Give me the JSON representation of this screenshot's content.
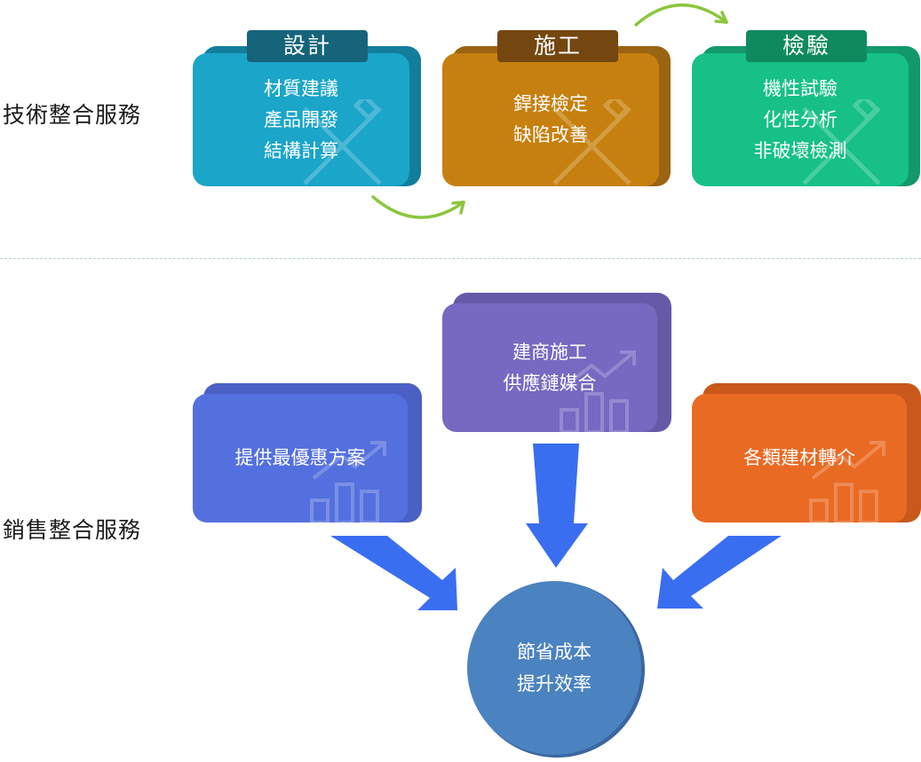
{
  "technical": {
    "label": "技術整合服務",
    "design": {
      "tag": "設計",
      "lines": [
        "材質建議",
        "產品開發",
        "結構計算"
      ]
    },
    "construction": {
      "tag": "施工",
      "lines": [
        "銲接檢定",
        "缺陷改善"
      ]
    },
    "inspection": {
      "tag": "檢驗",
      "lines": [
        "機性試驗",
        "化性分析",
        "非破壞檢測"
      ]
    }
  },
  "sales": {
    "label": "銷售整合服務",
    "left": {
      "lines": [
        "提供最優惠方案"
      ]
    },
    "middle": {
      "lines": [
        "建商施工",
        "供應鏈媒合"
      ]
    },
    "right": {
      "lines": [
        "各類建材轉介"
      ]
    },
    "result": {
      "lines": [
        "節省成本",
        "提升效率"
      ]
    }
  },
  "colors": {
    "design": "#1aa5c9",
    "design_tag": "#16647a",
    "construction": "#c6800f",
    "construction_tag": "#744710",
    "inspection": "#16c087",
    "inspection_tag": "#0f8a5e",
    "sales_left": "#5470de",
    "sales_middle": "#7768c2",
    "sales_right": "#e96a23",
    "result": "#4b82c0",
    "arrow_blue": "#3a6ef0",
    "arrow_green": "#8cc63f"
  }
}
